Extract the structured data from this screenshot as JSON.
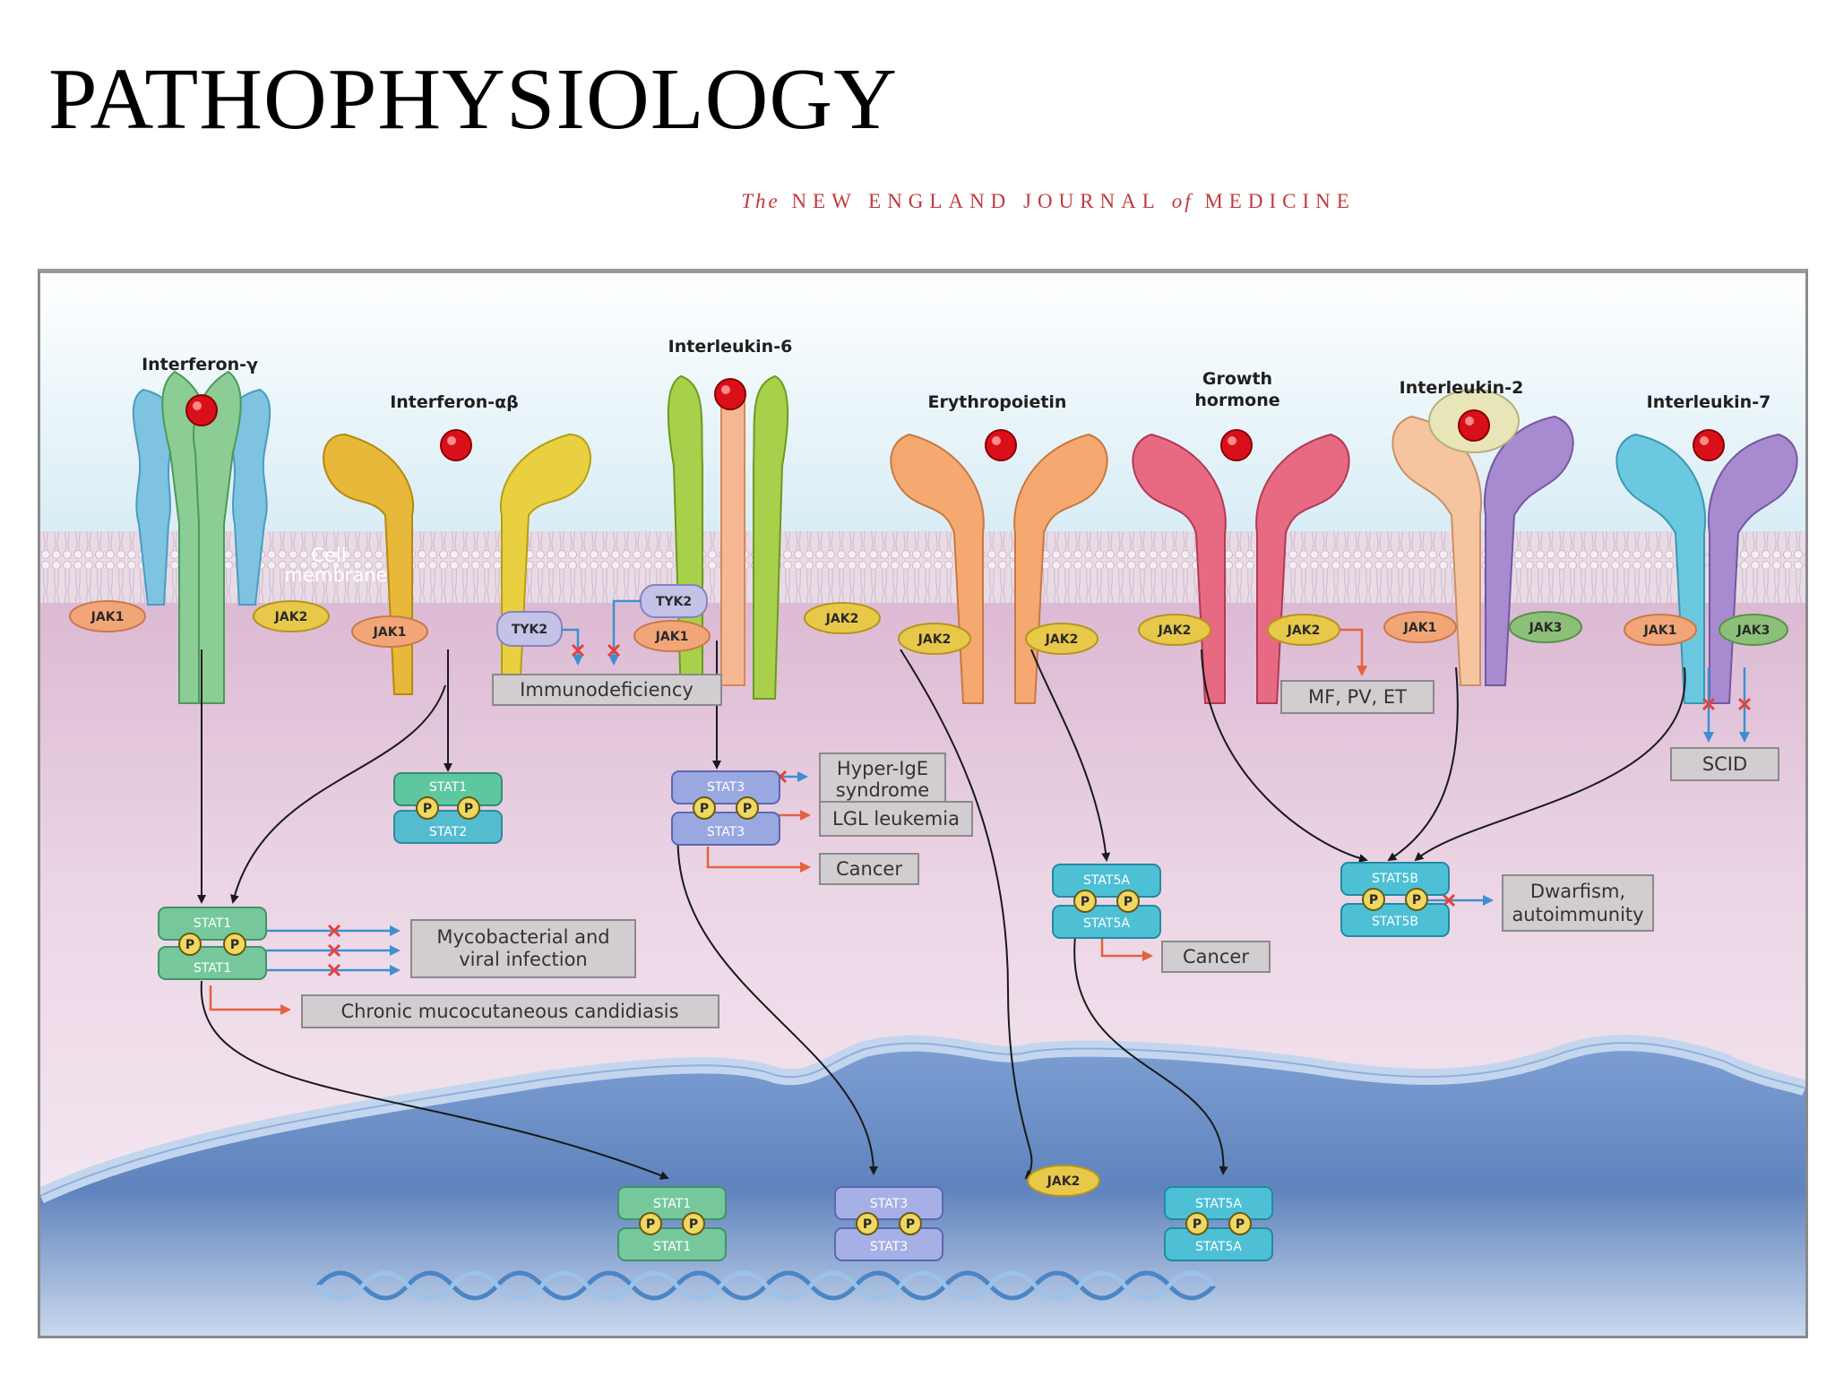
{
  "slide": {
    "title": "PATHOPHYSIOLOGY",
    "journal_prefix": "The",
    "journal_name": "NEW ENGLAND JOURNAL",
    "journal_of": "of",
    "journal_suffix": "MEDICINE"
  },
  "colors": {
    "arrow_black": "#1a1a1a",
    "arrow_red": "#e4623f",
    "arrow_blue": "#3f8fd0",
    "block_red": "#e8403a",
    "ligand_red": "#d9101a",
    "cytoplasm": "#e7c9dc",
    "nucleus": "#6f92c9"
  },
  "diagram": {
    "membrane_label": [
      "Cell",
      "membrane"
    ],
    "receptors": [
      {
        "name": "Interferon-γ",
        "jaks": [
          "JAK1",
          "JAK2"
        ]
      },
      {
        "name": "Interferon-αβ",
        "jaks": [
          "JAK1",
          "TYK2"
        ]
      },
      {
        "name": "Interleukin-6",
        "jaks": [
          "TYK2",
          "JAK1",
          "JAK2"
        ]
      },
      {
        "name": "Erythropoietin",
        "jaks": [
          "JAK2",
          "JAK2"
        ]
      },
      {
        "name": [
          "Growth",
          "hormone"
        ],
        "jaks": [
          "JAK2",
          "JAK2"
        ]
      },
      {
        "name": "Interleukin-2",
        "jaks": [
          "JAK1",
          "JAK3"
        ]
      },
      {
        "name": "Interleukin-7",
        "jaks": [
          "JAK1",
          "JAK3"
        ]
      }
    ],
    "stat_dimers": {
      "stat1_stat2": [
        "STAT1",
        "STAT2"
      ],
      "stat1_stat1": [
        "STAT1",
        "STAT1"
      ],
      "stat3_stat3": [
        "STAT3",
        "STAT3"
      ],
      "stat5a_stat5a": [
        "STAT5A",
        "STAT5A"
      ],
      "stat5b_stat5b": [
        "STAT5B",
        "STAT5B"
      ],
      "phospho": "P"
    },
    "nuclear_jak": "JAK2",
    "outcomes": {
      "immunodeficiency": "Immunodeficiency",
      "hyper_ige": [
        "Hyper-IgE",
        "syndrome"
      ],
      "lgl_leukemia": "LGL leukemia",
      "cancer_stat3": "Cancer",
      "cancer_stat5a": "Cancer",
      "mpn": "MF, PV, ET",
      "scid": "SCID",
      "dwarfism": [
        "Dwarfism,",
        "autoimmunity"
      ],
      "mycobacterial": [
        "Mycobacterial and",
        "viral infection"
      ],
      "cmc": "Chronic mucocutaneous candidiasis"
    }
  }
}
